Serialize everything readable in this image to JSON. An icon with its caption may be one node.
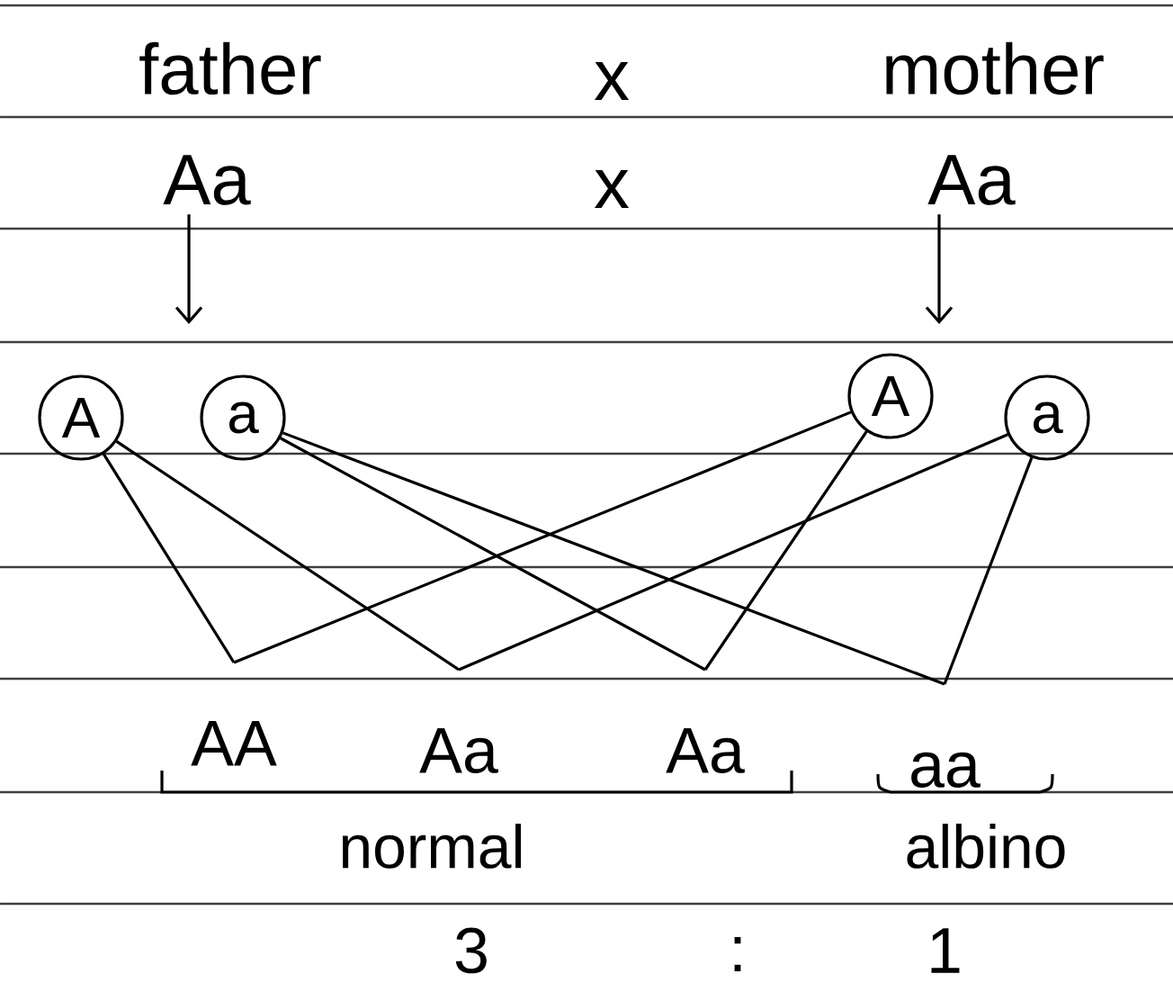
{
  "diagram": {
    "nodes": [
      {
        "text": [
          "father"
        ]
      },
      {
        "text": [
          "mother"
        ]
      },
      {
        "text": [
          "Aa"
        ]
      },
      {
        "text": [
          "Aa"
        ]
      },
      {
        "text": [
          "A"
        ]
      },
      {
        "text": [
          "a"
        ]
      },
      {
        "text": [
          "A"
        ]
      },
      {
        "text": [
          "a"
        ]
      },
      {
        "text": [
          "AA"
        ]
      },
      {
        "text": [
          "Aa"
        ]
      },
      {
        "text": [
          "Aa"
        ]
      },
      {
        "text": [
          "aa"
        ]
      }
    ],
    "edges": [
      {
        "from": 2,
        "to": null,
        "arrow": "to"
      },
      {
        "from": 3,
        "to": null,
        "arrow": "to"
      },
      {
        "from": 4,
        "to": 8,
        "arrow": "none"
      },
      {
        "from": 6,
        "to": 8,
        "arrow": "none"
      },
      {
        "from": 4,
        "to": 9,
        "arrow": "none"
      },
      {
        "from": 7,
        "to": 9,
        "arrow": "none"
      },
      {
        "from": 5,
        "to": 10,
        "arrow": "none"
      },
      {
        "from": 6,
        "to": 10,
        "arrow": "none"
      },
      {
        "from": 5,
        "to": 11,
        "arrow": "none"
      },
      {
        "from": 7,
        "to": 11,
        "arrow": "none"
      }
    ],
    "labels": [
      "x",
      "x",
      "normal",
      "albino",
      "3",
      ":",
      "1"
    ]
  }
}
